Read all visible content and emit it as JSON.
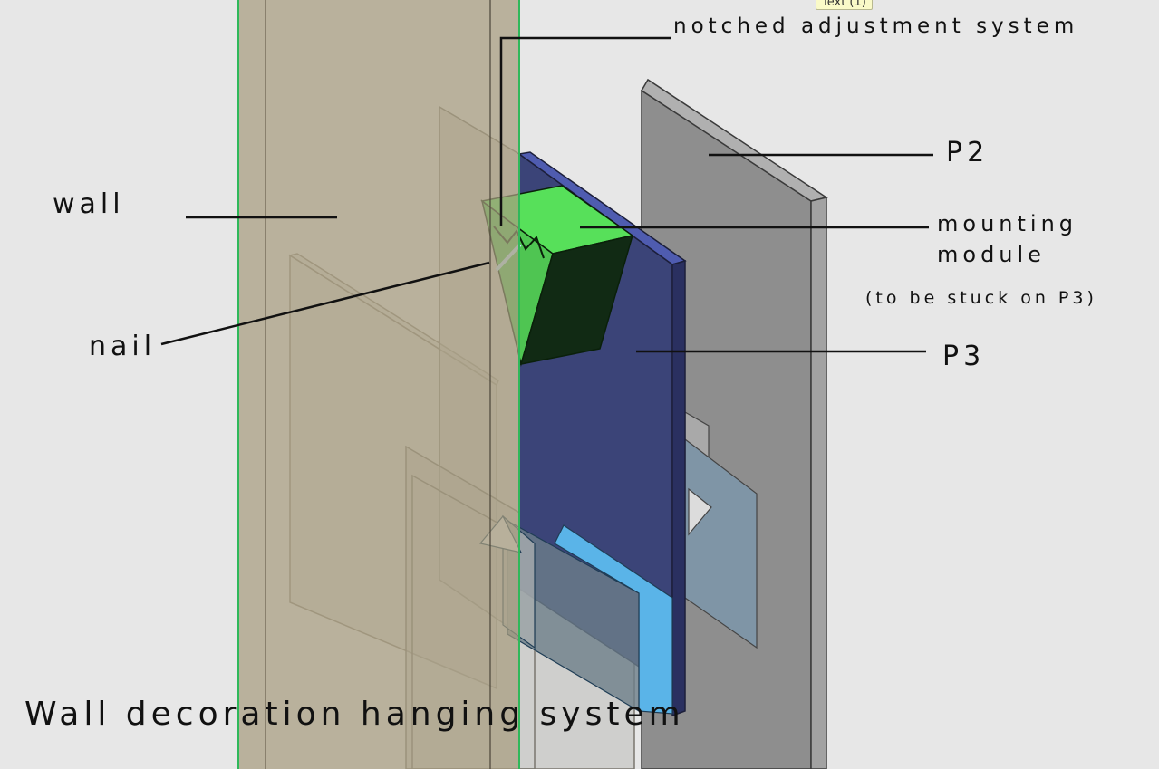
{
  "tooltip": "Text (1)",
  "labels": {
    "notched": "notched adjustment system",
    "p2": "P2",
    "wall": "wall",
    "mounting_1": "mounting",
    "mounting_2": "module",
    "mounting_note": "(to be stuck on P3)",
    "nail": "nail",
    "p3": "P3"
  },
  "title": "Wall decoration hanging system",
  "colors": {
    "background": "#e7e7e7",
    "wall": "#a89c80",
    "p2": "#8e8e8e",
    "p3": "#3b4478",
    "module": "#57e05a",
    "strip": "#5ab4e8"
  }
}
